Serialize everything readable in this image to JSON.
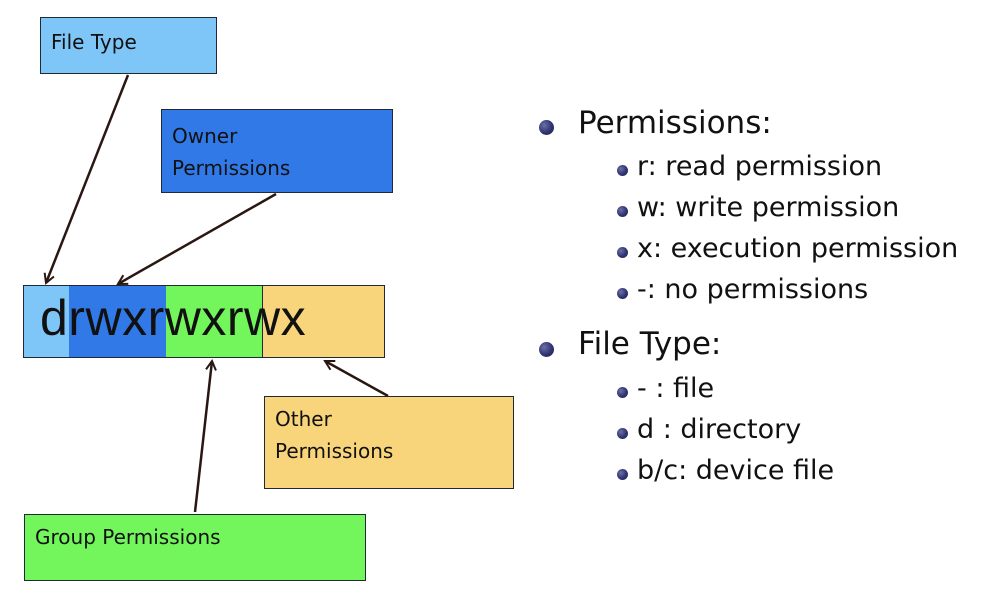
{
  "diagram": {
    "permission_string": "drwxrwxrwx",
    "callouts": {
      "file_type": [
        "File Type"
      ],
      "owner": [
        "Owner",
        "Permissions"
      ],
      "other": [
        "Other",
        "Permissions"
      ],
      "group": [
        "Group Permissions"
      ]
    }
  },
  "bullets": {
    "permissions": {
      "heading": "Permissions:",
      "items": [
        "r: read permission",
        "w: write permission",
        "x: execution permission",
        "-: no permissions"
      ]
    },
    "file_type": {
      "heading": "File Type:",
      "items": [
        "- : file",
        "d : directory",
        "b/c: device file"
      ]
    }
  }
}
